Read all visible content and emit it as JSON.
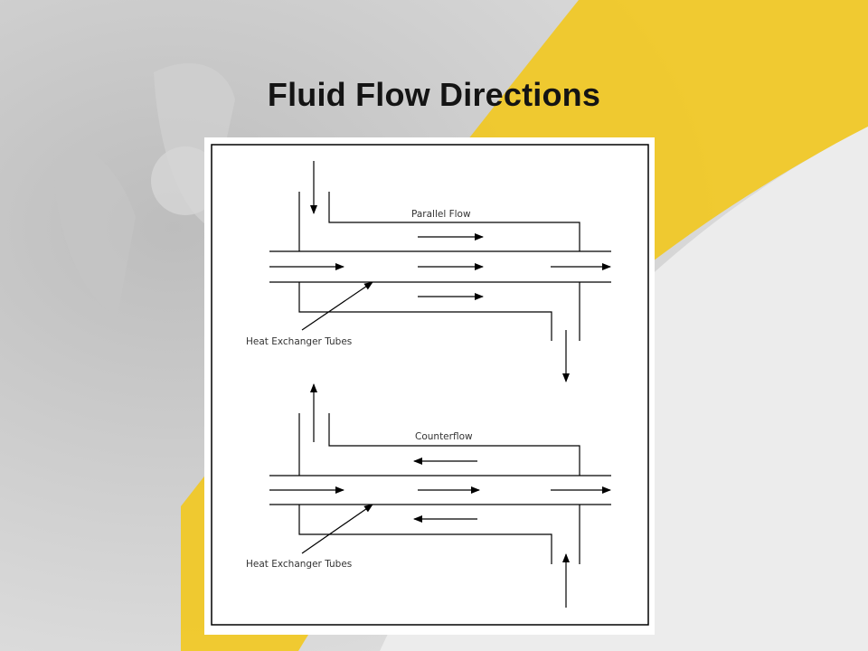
{
  "slide": {
    "title": "Fluid Flow Directions"
  },
  "diagram": {
    "parallel": {
      "label": "Parallel Flow",
      "tubes_label": "Heat Exchanger Tubes"
    },
    "counter": {
      "label": "Counterflow",
      "tubes_label": "Heat Exchanger Tubes"
    }
  },
  "colors": {
    "title": "#141414",
    "accent_yellow": "#f2c81e",
    "line": "#000000",
    "diagram_bg": "#ffffff"
  }
}
